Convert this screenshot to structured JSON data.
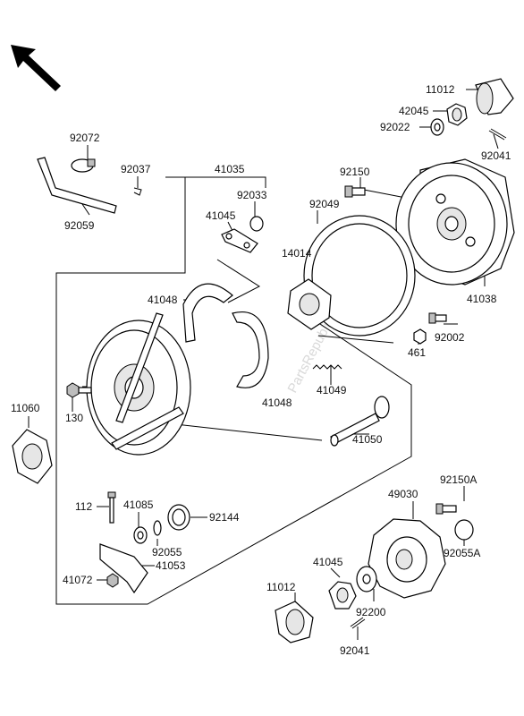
{
  "watermark": "PartsRepublik",
  "labels": {
    "l11012a": "11012",
    "l42045": "42045",
    "l92022": "92022",
    "l92041a": "92041",
    "l92072": "92072",
    "l92037": "92037",
    "l41035": "41035",
    "l92150": "92150",
    "l92033": "92033",
    "l92049": "92049",
    "l41045a": "41045",
    "l92059": "92059",
    "l14014": "14014",
    "l41038": "41038",
    "l41048a": "41048",
    "l92002": "92002",
    "l461": "461",
    "l11060": "11060",
    "l41049": "41049",
    "l130": "130",
    "l41048b": "41048",
    "l41050": "41050",
    "l92150A": "92150A",
    "l49030": "49030",
    "l112": "112",
    "l41085": "41085",
    "l92144": "92144",
    "l92055": "92055",
    "l41053": "41053",
    "l41072": "41072",
    "l41045b": "41045",
    "l92055A": "92055A",
    "l11012b": "11012",
    "l92200": "92200",
    "l92041b": "92041"
  }
}
